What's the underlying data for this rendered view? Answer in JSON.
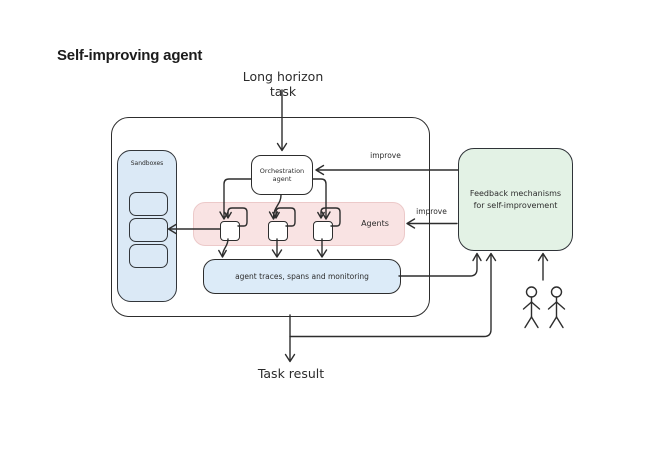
{
  "title": "Self-improving agent",
  "labels": {
    "input": "Long horizon task",
    "output": "Task result"
  },
  "system": {
    "sandboxes": {
      "label": "Sandboxes",
      "item_count": 3
    },
    "orchestration": {
      "label": "Orchestration agent"
    },
    "agents": {
      "label": "Agents",
      "agent_count": 3
    },
    "monitoring": {
      "label": "agent traces, spans and monitoring"
    }
  },
  "feedback": {
    "label": "Feedback mechanisms for self-improvement",
    "person_count": 2
  },
  "edges": {
    "improve_to_orchestration": "improve",
    "improve_to_agents": "improve"
  },
  "icons": [
    "agent-icon",
    "self-loop-arrow-icon",
    "person-icon",
    "arrow-icon"
  ],
  "colors": {
    "background": "#ffffff",
    "stroke": "#2d2d2d",
    "sandboxes_fill": "#dbe9f6",
    "agents_fill": "#f9e3e3",
    "monitoring_fill": "#dcebf8",
    "feedback_fill": "#e3f2e5"
  }
}
